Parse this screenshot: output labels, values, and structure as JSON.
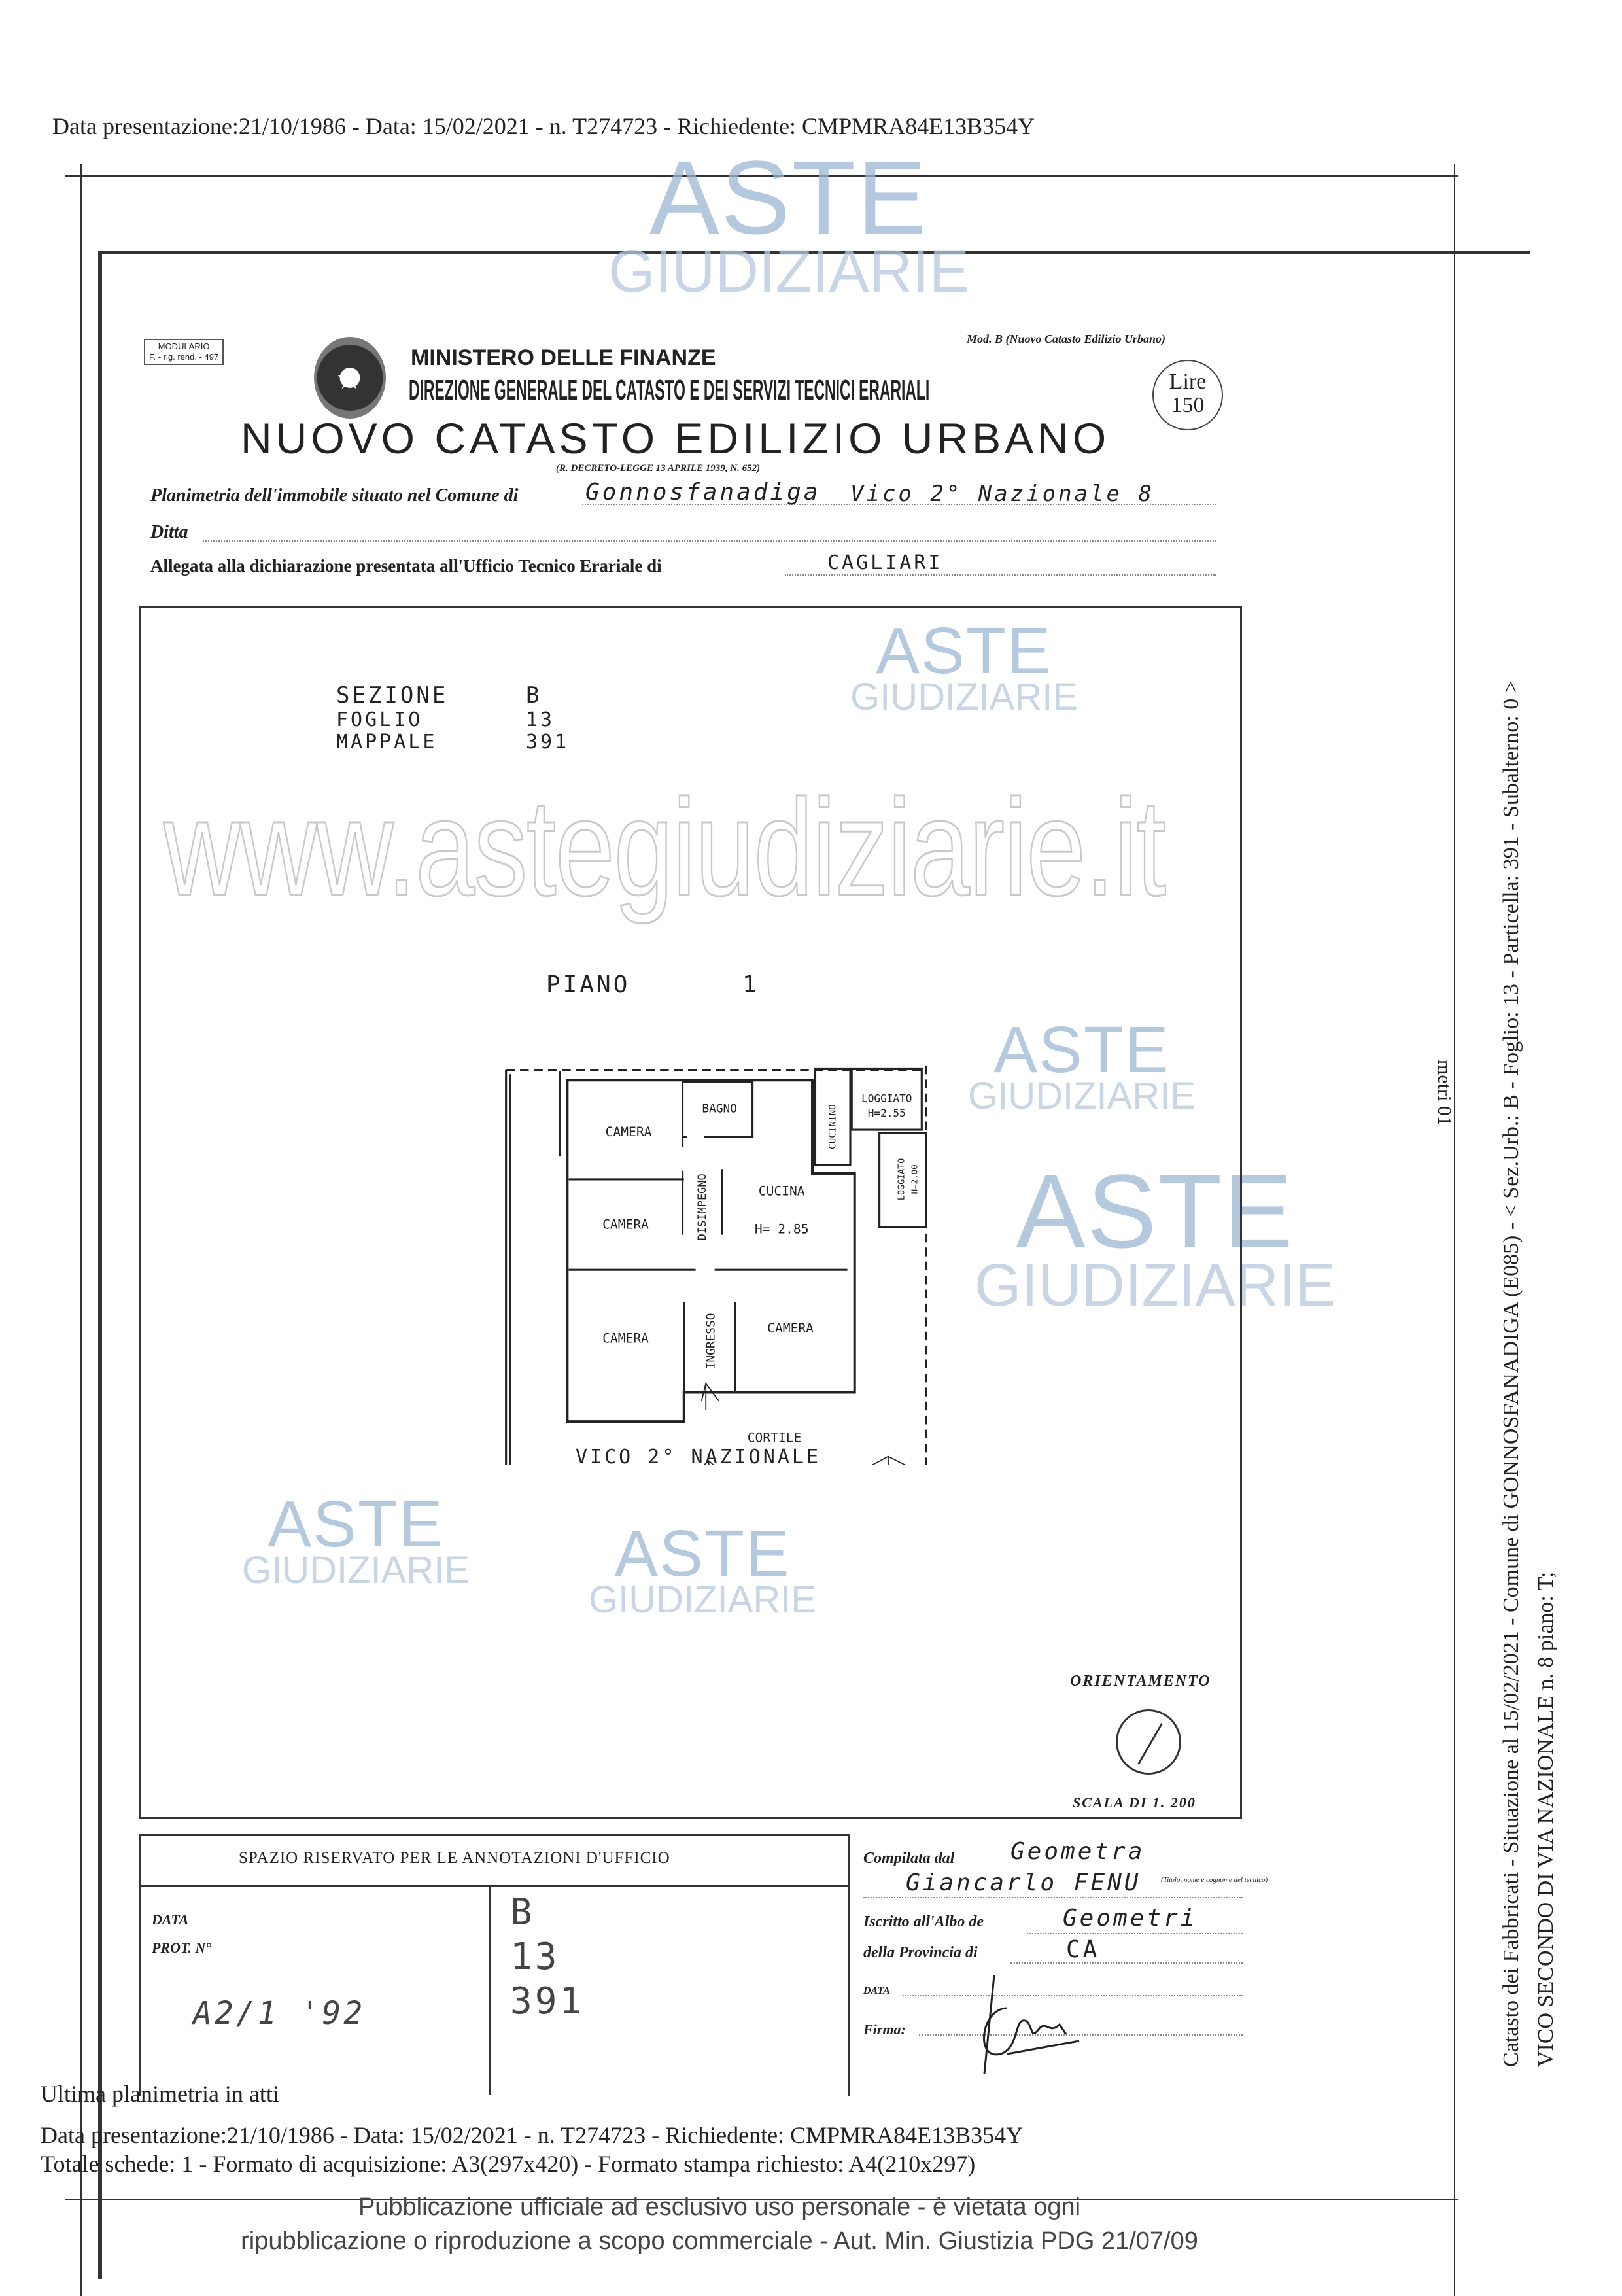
{
  "header_line": "Data presentazione:21/10/1986 - Data: 15/02/2021 - n. T274723 - Richiedente: CMPMRA84E13B354Y",
  "watermark": {
    "aste": "ASTE",
    "giudiziarie": "GIUDIZIARIE",
    "site": "www.astegiudiziarie.it"
  },
  "form": {
    "modulario": [
      "MODULARIO",
      "F. - rig. rend. - 497"
    ],
    "mod_b": "Mod. B (Nuovo Catasto Edilizio Urbano)",
    "ministero": "MINISTERO DELLE FINANZE",
    "direzione": "DIREZIONE GENERALE DEL CATASTO E DEI SERVIZI TECNICI ERARIALI",
    "lire": "Lire",
    "lire_value": "150",
    "title": "NUOVO CATASTO EDILIZIO URBANO",
    "decreto": "(R. DECRETO-LEGGE 13 APRILE 1939, N. 652)",
    "planimetria_label": "Planimetria dell'immobile situato nel Comune di",
    "comune": "Gonnosfanadiga",
    "indirizzo": "Vico 2° Nazionale  8",
    "ditta_label": "Ditta",
    "allegata_label": "Allegata alla dichiarazione presentata all'Ufficio Tecnico Erariale di",
    "ufficio": "CAGLIARI"
  },
  "drawing": {
    "sezione_label": "SEZIONE",
    "sezione": "B",
    "foglio_label": "FOGLIO",
    "foglio": "13",
    "mappale_label": "MAPPALE",
    "mappale": "391",
    "piano_label": "PIANO",
    "piano": "1",
    "rooms": {
      "camera": "CAMERA",
      "bagno": "BAGNO",
      "disimpegno": "DISIMPEGNO",
      "cucina": "CUCINA",
      "cucina_h": "H= 2.85",
      "ingresso": "INGRESSO",
      "cucinino": "CUCININO",
      "loggiato": "LOGGIATO",
      "loggiato_h": "H=2.55",
      "loggiato2_h": "H=2.00",
      "cortile": "CORTILE"
    },
    "street": "VICO 2° NAZIONALE",
    "orientamento": "ORIENTAMENTO",
    "scala": "SCALA DI 1. 200"
  },
  "annotations": {
    "title": "SPAZIO RISERVATO PER LE ANNOTAZIONI D'UFFICIO",
    "data_label": "DATA",
    "prot_label": "PROT. N°",
    "prot_value": "A2/1 '92",
    "col2": [
      "B",
      "13",
      "391"
    ]
  },
  "compiler": {
    "compilata_label": "Compilata dal",
    "titolo": "Geometra",
    "titolo_note": "(Titolo, nome e cognome del tecnico)",
    "nome": "Giancarlo FENU",
    "iscritto_label": "Iscritto all'Albo de",
    "albo": "Geometri",
    "provincia_label": "della Provincia di",
    "provincia": "CA",
    "data_label": "DATA",
    "firma_label": "Firma:"
  },
  "footer": {
    "ultima": "Ultima planimetria in atti",
    "line1": "Data presentazione:21/10/1986 - Data: 15/02/2021 - n. T274723 - Richiedente: CMPMRA84E13B354Y",
    "line2": "Totale schede: 1 - Formato di acquisizione: A3(297x420)  - Formato stampa richiesto: A4(210x297)",
    "pub1": "Pubblicazione ufficiale ad esclusivo uso personale - è vietata ogni",
    "pub2": "ripubblicazione o riproduzione a scopo commerciale - Aut. Min. Giustizia PDG 21/07/09"
  },
  "side": {
    "line1": "Catasto dei Fabbricati - Situazione al 15/02/2021 - Comune di GONNOSFANADIGA (E085) - < Sez.Urb.: B - Foglio: 13 - Particella: 391 - Subalterno: 0 >",
    "line2": "VICO SECONDO DI VIA NAZIONALE n. 8 piano: T;",
    "line_extra": "metri 01"
  }
}
